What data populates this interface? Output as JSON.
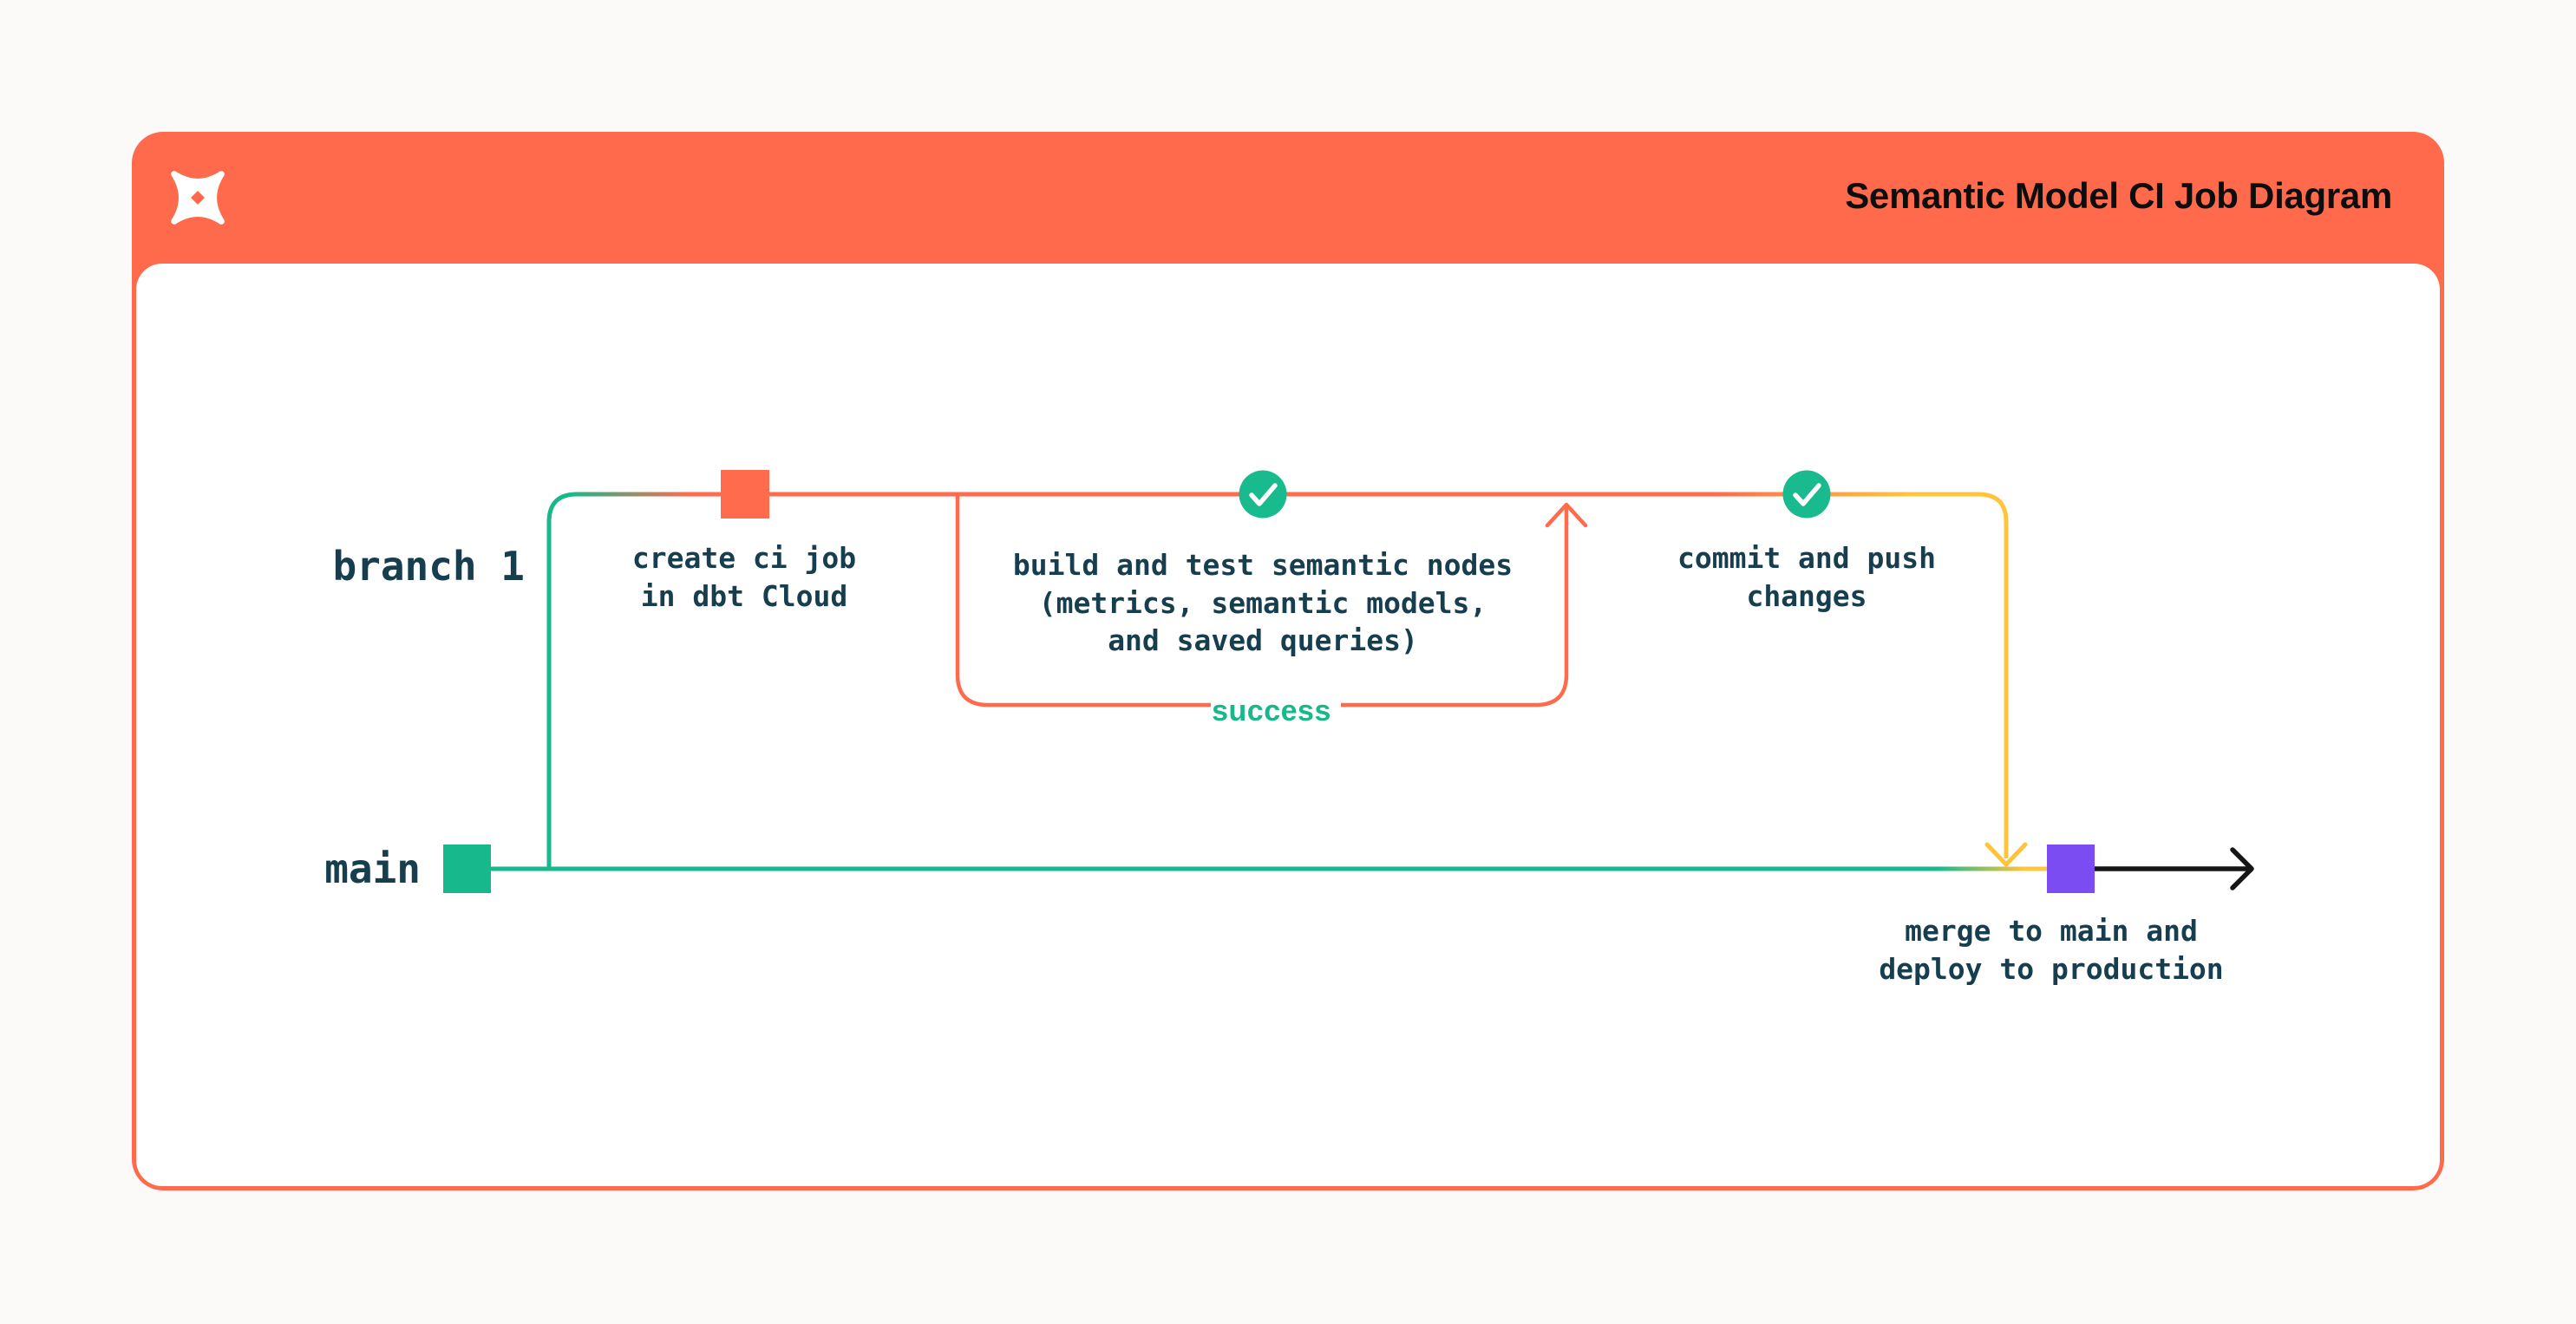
{
  "header": {
    "title": "Semantic Model CI Job Diagram",
    "logo": "dbt-logo",
    "background": "#FF6A4C",
    "title_color": "#0D0D0D"
  },
  "diagram": {
    "branch_label": "branch 1",
    "main_label": "main",
    "loop_label": "success",
    "nodes": [
      {
        "id": "create-ci-job",
        "marker": "orange-commit-square",
        "label": "create ci job\nin dbt Cloud"
      },
      {
        "id": "build-and-test",
        "marker": "green-check",
        "label": "build and test semantic nodes\n(metrics, semantic models,\nand saved queries)"
      },
      {
        "id": "commit-and-push",
        "marker": "green-check",
        "label": "commit and push\nchanges"
      },
      {
        "id": "merge-and-deploy",
        "marker": "purple-merge-square",
        "label": "merge to main and\ndeploy to production"
      }
    ],
    "colors": {
      "branch_green": "#17B98C",
      "ci_orange": "#FF6B4C",
      "push_yellow": "#FFC43C",
      "merge_purple": "#7C4CF3",
      "text_navy": "#173E4F",
      "arrow_black": "#161616"
    }
  }
}
